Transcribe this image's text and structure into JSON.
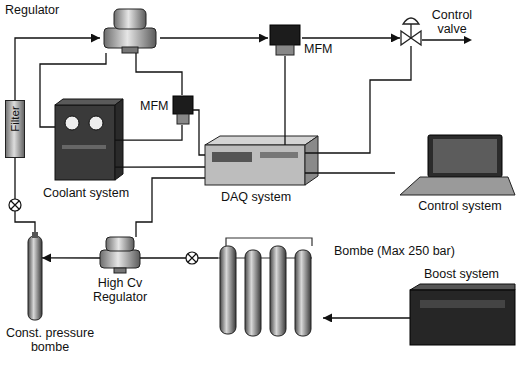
{
  "diagram": {
    "nodes": [
      {
        "text": [
          "Regulator"
        ]
      },
      {
        "text": [
          "MFM"
        ]
      },
      {
        "text": [
          "Control valve"
        ]
      },
      {
        "text": [
          "Filter"
        ]
      },
      {
        "text": [
          "MFM"
        ]
      },
      {
        "text": [
          "Coolant system"
        ]
      },
      {
        "text": [
          "DAQ system"
        ]
      },
      {
        "text": [
          "Control system"
        ]
      },
      {
        "text": [
          "High Cv Regulator"
        ]
      },
      {
        "text": [
          "Const. pressure bombe"
        ]
      },
      {
        "text": [
          "Bombe (Max 250 bar)"
        ]
      },
      {
        "text": [
          "Boost system"
        ]
      }
    ],
    "edges": [
      {
        "from": 9,
        "to": 3,
        "arrow": "none"
      },
      {
        "from": 3,
        "to": 0,
        "arrow": "to"
      },
      {
        "from": 0,
        "to": 1,
        "arrow": "to"
      },
      {
        "from": 1,
        "to": 2,
        "arrow": "to"
      },
      {
        "from": 0,
        "to": 5,
        "arrow": "none"
      },
      {
        "from": 0,
        "to": 4,
        "arrow": "none"
      },
      {
        "from": 4,
        "to": 5,
        "arrow": "none"
      },
      {
        "from": 4,
        "to": 6,
        "arrow": "none"
      },
      {
        "from": 5,
        "to": 6,
        "arrow": "none"
      },
      {
        "from": 1,
        "to": 6,
        "arrow": "none"
      },
      {
        "from": 8,
        "to": 6,
        "arrow": "none"
      },
      {
        "from": 6,
        "to": 2,
        "arrow": "none"
      },
      {
        "from": 6,
        "to": 7,
        "arrow": "none"
      },
      {
        "from": 10,
        "to": 8,
        "arrow": "none"
      },
      {
        "from": 8,
        "to": 9,
        "arrow": "to"
      },
      {
        "from": 11,
        "to": 10,
        "arrow": "to"
      }
    ]
  }
}
